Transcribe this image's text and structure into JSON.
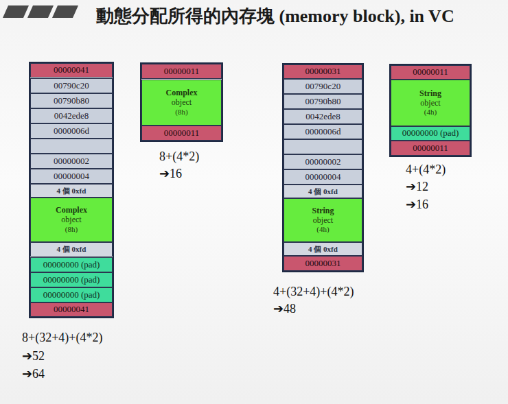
{
  "diagram": {
    "title": "動態分配所得的內存塊 (memory block), in VC",
    "nodes": [
      {
        "text": [
          "00000041"
        ]
      },
      {
        "text": [
          "00790c20"
        ]
      },
      {
        "text": [
          "00790b80"
        ]
      },
      {
        "text": [
          "0042ede8"
        ]
      },
      {
        "text": [
          "0000006d"
        ]
      },
      {
        "text": [
          "00000002"
        ]
      },
      {
        "text": [
          "00000004"
        ]
      },
      {
        "text": [
          "4 個 0xfd"
        ]
      },
      {
        "text": [
          "Complex",
          "object",
          "(8h)"
        ]
      },
      {
        "text": [
          "4 個 0xfd"
        ]
      },
      {
        "text": [
          "00000000 (pad)"
        ]
      },
      {
        "text": [
          "00000000 (pad)"
        ]
      },
      {
        "text": [
          "00000000 (pad)"
        ]
      },
      {
        "text": [
          "00000041"
        ]
      },
      {
        "text": [
          "00000011"
        ]
      },
      {
        "text": [
          "Complex",
          "object",
          "(8h)"
        ]
      },
      {
        "text": [
          "00000011"
        ]
      },
      {
        "text": [
          "00000031"
        ]
      },
      {
        "text": [
          "00790c20"
        ]
      },
      {
        "text": [
          "00790b80"
        ]
      },
      {
        "text": [
          "0042ede8"
        ]
      },
      {
        "text": [
          "0000006d"
        ]
      },
      {
        "text": [
          "00000002"
        ]
      },
      {
        "text": [
          "00000004"
        ]
      },
      {
        "text": [
          "4 個 0xfd"
        ]
      },
      {
        "text": [
          "String",
          "object",
          "(4h)"
        ]
      },
      {
        "text": [
          "4 個 0xfd"
        ]
      },
      {
        "text": [
          "00000031"
        ]
      },
      {
        "text": [
          "00000011"
        ]
      },
      {
        "text": [
          "String",
          "object",
          "(4h)"
        ]
      },
      {
        "text": [
          "00000000 (pad)"
        ]
      },
      {
        "text": [
          "00000011"
        ]
      }
    ],
    "labels": [
      "8+(32+4)+(4*2)",
      "➔52",
      "➔64",
      "8+(4*2)",
      "➔16",
      "4+(32+4)+(4*2)",
      "➔48",
      "4+(4*2)",
      "➔12",
      "➔16"
    ]
  }
}
